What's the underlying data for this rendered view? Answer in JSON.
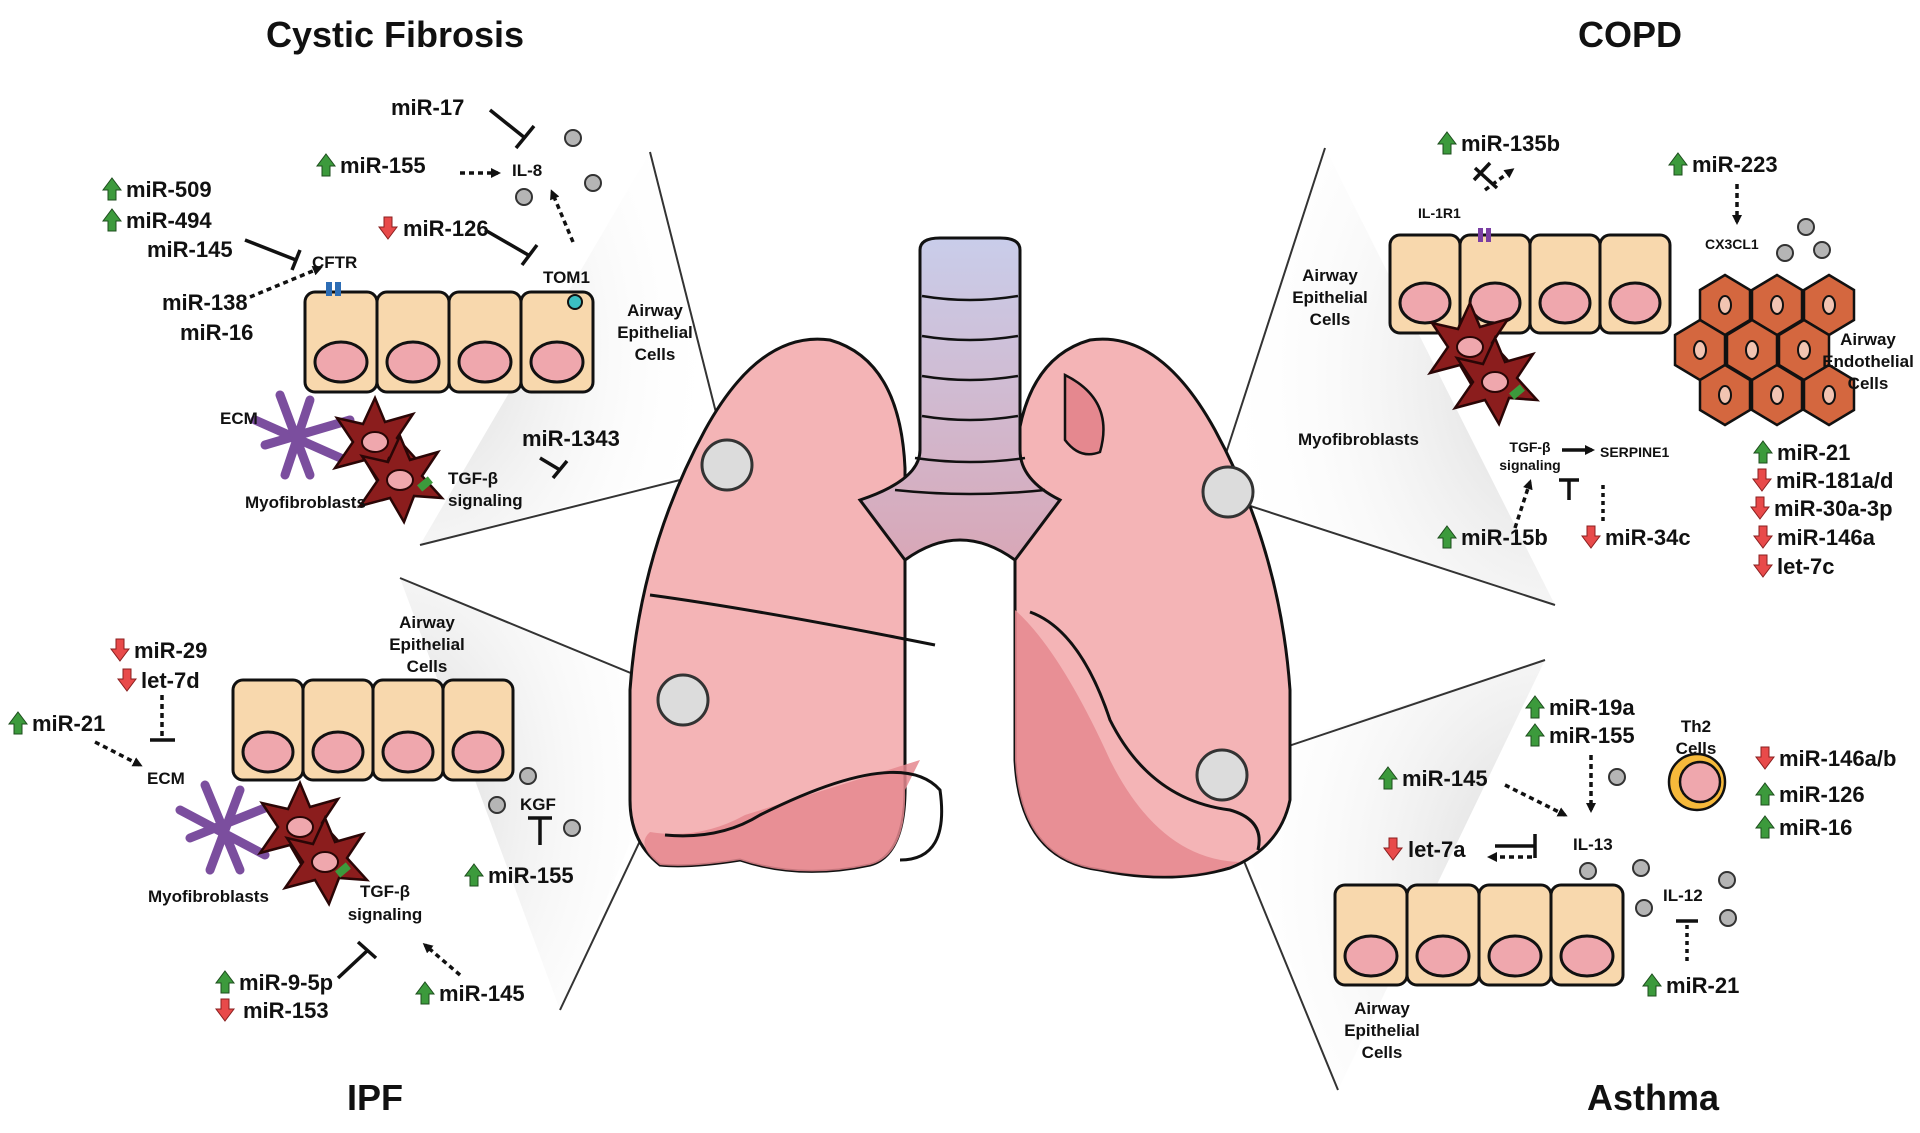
{
  "titles": {
    "cf": "Cystic Fibrosis",
    "copd": "COPD",
    "ipf": "IPF",
    "asthma": "Asthma"
  },
  "cf": {
    "mir17": "miR-17",
    "mir155": "miR-155",
    "il8": "IL-8",
    "mir509": "miR-509",
    "mir494": "miR-494",
    "mir145": "miR-145",
    "mir126": "miR-126",
    "cftr": "CFTR",
    "tom1": "TOM1",
    "mir138": "miR-138",
    "mir16": "miR-16",
    "airway1": "Airway",
    "airway2": "Epithelial",
    "airway3": "Cells",
    "ecm": "ECM",
    "myofibroblasts": "Myofibroblasts",
    "mir1343": "miR-1343",
    "tgf1": "TGF-β",
    "tgf2": "signaling"
  },
  "copd": {
    "mir135b": "miR-135b",
    "il1r1": "IL-1R1",
    "mir223": "miR-223",
    "cx3cl1": "CX3CL1",
    "airway1": "Airway",
    "airway2": "Epithelial",
    "airway3": "Cells",
    "endo1": "Airway",
    "endo2": "Endothelial",
    "endo3": "Cells",
    "myofibroblasts": "Myofibroblasts",
    "tgf1": "TGF-β",
    "tgf2": "signaling",
    "serpine1": "SERPINE1",
    "mir15b": "miR-15b",
    "mir34c": "miR-34c",
    "list": [
      "miR-21",
      "miR-181a/d",
      "miR-30a-3p",
      "miR-146a",
      "let-7c"
    ]
  },
  "ipf": {
    "mir29": "miR-29",
    "let7d": "let-7d",
    "mir21": "miR-21",
    "ecm": "ECM",
    "airway1": "Airway",
    "airway2": "Epithelial",
    "airway3": "Cells",
    "kgf": "KGF",
    "mir155": "miR-155",
    "myofibroblasts": "Myofibroblasts",
    "tgf1": "TGF-β",
    "tgf2": "signaling",
    "mir95p": "miR-9-5p",
    "mir153": "miR-153",
    "mir145": "miR-145"
  },
  "asthma": {
    "mir19a": "miR-19a",
    "mir155": "miR-155",
    "th2a": "Th2",
    "th2b": "Cells",
    "mir145": "miR-145",
    "il13": "IL-13",
    "let7a": "let-7a",
    "il12": "IL-12",
    "mir21": "miR-21",
    "airway1": "Airway",
    "airway2": "Epithelial",
    "airway3": "Cells",
    "list": [
      "miR-146a/b",
      "miR-126",
      "miR-16"
    ]
  },
  "colors": {
    "up_arrow": "#3c9a3c",
    "down_arrow": "#e84a4a",
    "lung": "#f4b4b6",
    "lung_shade": "#e5888f",
    "trachea": "#c9c8e6",
    "epithelial_cell": "#f8d8ad",
    "nucleus": "#efa7ad",
    "myofibroblast": "#8b1d1d",
    "endothelial": "#d4673f",
    "ecm_fiber": "#7b4e9e"
  }
}
